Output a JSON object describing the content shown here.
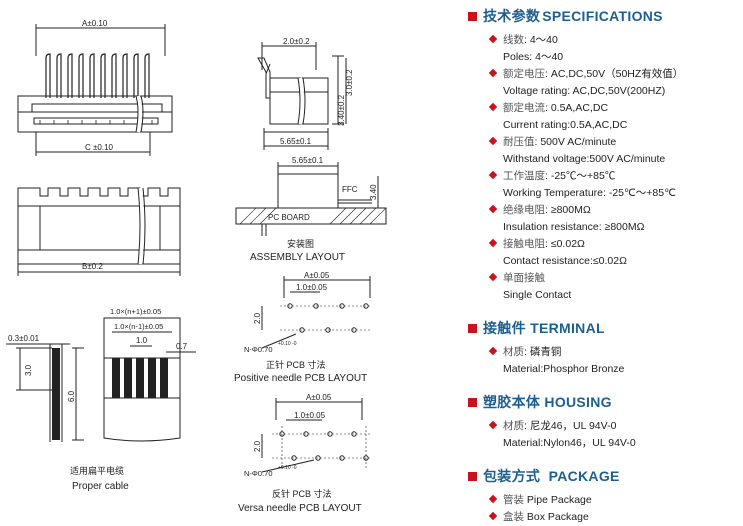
{
  "drawing": {
    "top_left": {
      "dim_a": "A±0.10",
      "dim_c": "C ±0.10"
    },
    "side_view": {
      "dim_top": "2.0±0.2",
      "dim_h1": "3.40±0.2",
      "dim_h2": "3.0±0.2",
      "dim_bottom": "5.65±0.1"
    },
    "front": {
      "dim_b": "B±0.2"
    },
    "assembly": {
      "dim_top": "5.65±0.1",
      "ffc": "FFC",
      "dim_h": "3.40",
      "pc_board": "PC BOARD",
      "title_zh": "安装图",
      "title_en": "ASSEMBLY LAYOUT"
    },
    "positive": {
      "dim_a": "A±0.05",
      "dim_pitch": "1.0±0.05",
      "dim_v": "2.0",
      "dim_hole": "N-Φ0.70",
      "tol": "+0.10 -0",
      "title_zh": "正针  PCB 寸法",
      "title_en": "Positive needle PCB LAYOUT"
    },
    "versa": {
      "dim_a": "A±0.05",
      "dim_pitch": "1.0±0.05",
      "dim_v": "2.0",
      "dim_hole": "N-Φ0.70",
      "tol": "+0.10 -0",
      "title_zh": "反针  PCB 寸法",
      "title_en": "Versa needle PCB LAYOUT"
    },
    "cable": {
      "dim_thick": "0.3±0.01",
      "dim_3": "3.0",
      "dim_6": "6.0",
      "dim_w1": "1.0×(n+1)±0.05",
      "dim_w2": "1.0×(n-1)±0.05",
      "dim_pitch": "1.0",
      "dim_07": "0.7",
      "title_zh": "适用扁平电缆",
      "title_en": "Proper cable"
    }
  },
  "specs": {
    "title_zh": "技术参数",
    "title_en": "SPECIFICATIONS",
    "items": [
      {
        "zh": "线数",
        "zh_val": ": 4～40",
        "en": "Poles: 4～40"
      },
      {
        "zh": "额定电压",
        "zh_val": ": AC,DC,50V（50HZ有效值）",
        "en": "Voltage rating: AC,DC,50V(200HZ)"
      },
      {
        "zh": "额定电流",
        "zh_val": ": 0.5A,AC,DC",
        "en": "Current rating:0.5A,AC,DC"
      },
      {
        "zh": "耐压值",
        "zh_val": ": 500V AC/minute",
        "en": "Withstand voltage:500V AC/minute"
      },
      {
        "zh": "工作温度",
        "zh_val": ": -25℃～+85℃",
        "en": "Working Temperature: -25℃～+85℃"
      },
      {
        "zh": "绝缘电阻",
        "zh_val": ": ≥800MΩ",
        "en": "Insulation resistance: ≥800MΩ"
      },
      {
        "zh": "接触电阻",
        "zh_val": ": ≤0.02Ω",
        "en": "Contact resistance:≤0.02Ω"
      },
      {
        "zh": "单面接触",
        "zh_val": "",
        "en": "Single Contact"
      }
    ]
  },
  "terminal": {
    "title_zh": "接触件",
    "title_en": "TERMINAL",
    "zh": "材质",
    "zh_val": ": 磷青铜",
    "en": "Material:Phosphor Bronze"
  },
  "housing": {
    "title_zh": "塑胶本体",
    "title_en": "HOUSING",
    "zh": "材质",
    "zh_val": ": 尼龙46，UL 94V-0",
    "en": "Material:Nylon46，UL 94V-0"
  },
  "package": {
    "title_zh": "包装方式",
    "title_en": "PACKAGE",
    "items": [
      {
        "zh": "管装",
        "en": "Pipe Package"
      },
      {
        "zh": "盒装",
        "en": "Box Package"
      }
    ]
  }
}
